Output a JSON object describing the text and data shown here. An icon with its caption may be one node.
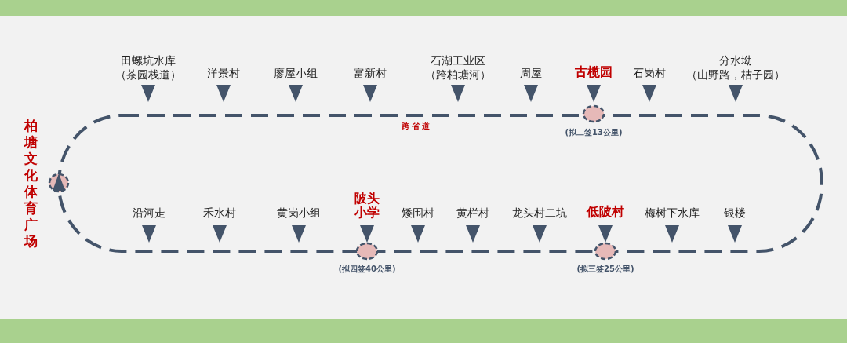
{
  "diagram": {
    "labels": [
      "柏塘文化体育广场",
      "田螺坑水库（茶园栈道）",
      "洋景村",
      "廖屋小组",
      "富新村",
      "石湖工业区（跨柏塘河）",
      "周屋",
      "古榄园",
      "石岗村",
      "分水坳（山野路，桔子园）",
      "跨 省 道",
      "(拟二签13公里)",
      "沿河走",
      "禾水村",
      "黄岗小组",
      "陂头小学",
      "矮围村",
      "黄栏村",
      "龙头村二坑",
      "低陂村",
      "梅树下水库",
      "银楼",
      "(拟四签40公里)",
      "(拟三签25公里)"
    ]
  }
}
